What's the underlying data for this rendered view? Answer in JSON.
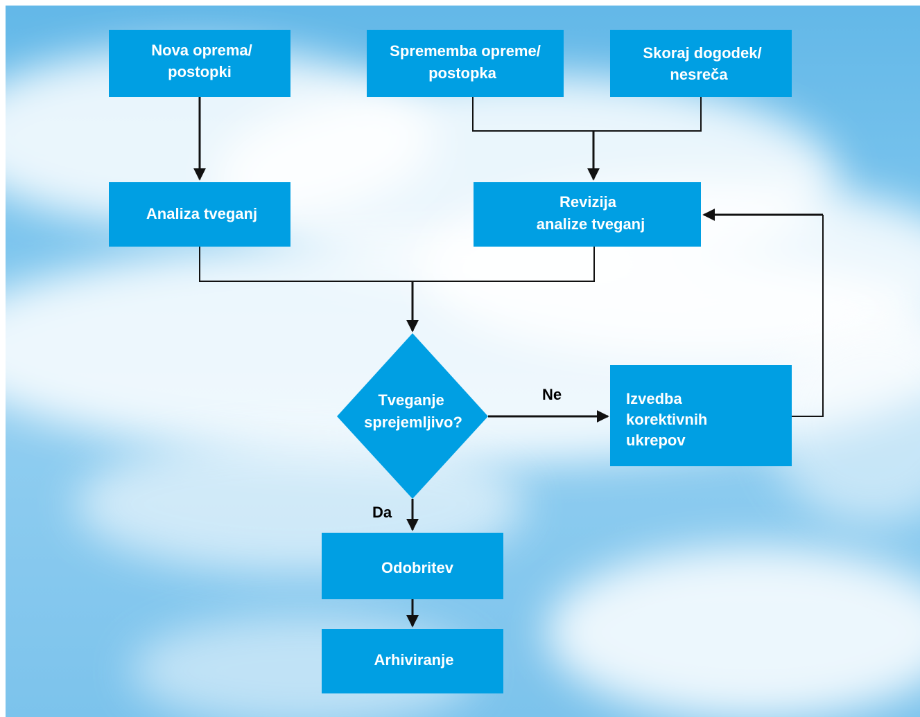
{
  "nodes": {
    "nova_oprema": {
      "lines": [
        "Nova oprema/",
        "postopki"
      ]
    },
    "sprememba_opreme": {
      "lines": [
        "Sprememba opreme/",
        "postopka"
      ]
    },
    "skoraj_dogodek": {
      "lines": [
        "Skoraj dogodek/",
        "nesreča"
      ]
    },
    "analiza_tveganj": {
      "lines": [
        "Analiza tveganj"
      ]
    },
    "revizija": {
      "lines": [
        "Revizija",
        "analize tveganj"
      ]
    },
    "odlocitev": {
      "lines": [
        "Tveganje",
        "sprejemljivo?"
      ]
    },
    "izvedba": {
      "lines": [
        "Izvedba",
        "korektivnih",
        "ukrepov"
      ]
    },
    "odobritev": {
      "lines": [
        "Odobritev"
      ]
    },
    "arhiviranje": {
      "lines": [
        "Arhiviranje"
      ]
    }
  },
  "edges": {
    "no_label": "Ne",
    "yes_label": "Da"
  },
  "colors": {
    "box": "#009fe3",
    "text": "#ffffff",
    "line": "#111111"
  }
}
